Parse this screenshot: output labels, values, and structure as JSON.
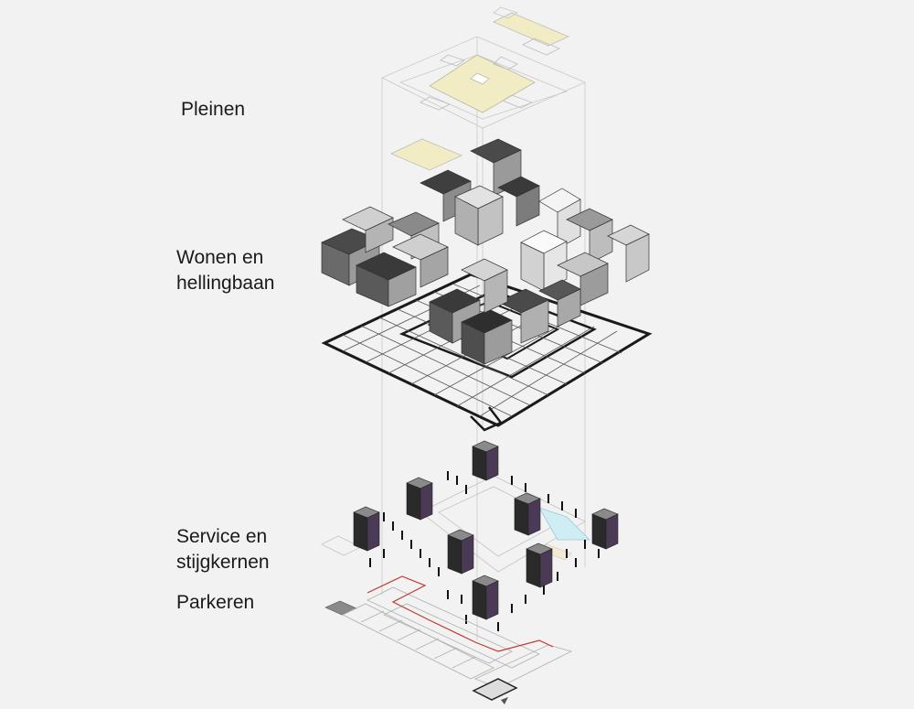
{
  "labels": {
    "pleinen": "Pleinen",
    "wonen": "Wonen en\nhellingbaan",
    "service": "Service en\nstijgkernen",
    "parkeren": "Parkeren"
  },
  "colors": {
    "background": "#f2f2f2",
    "plaza": "#f1ecc3",
    "building_dark": "#4a4a4a",
    "building_mid": "#9a9a9a",
    "building_light": "#d8d8d8",
    "core": "#4a3a55",
    "parking_route": "#c0392b",
    "glass": "#cfeef4"
  }
}
